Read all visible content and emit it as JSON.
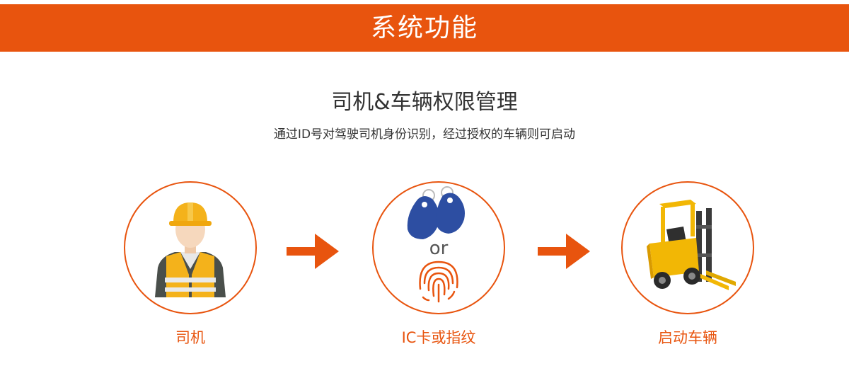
{
  "banner": {
    "title": "系统功能"
  },
  "section": {
    "title": "司机&车辆权限管理",
    "subtitle": "通过ID号对驾驶司机身份识别，经过授权的车辆则可启动"
  },
  "steps": [
    {
      "label": "司机",
      "icon": "driver-worker-icon"
    },
    {
      "label": "IC卡或指纹",
      "icon": "ic-card-fingerprint-icon",
      "separator": "or"
    },
    {
      "label": "启动车辆",
      "icon": "forklift-icon"
    }
  ],
  "colors": {
    "accent": "#e8540e",
    "text": "#333333",
    "banner_text": "#ffffff",
    "card_blue": "#2d4ea2",
    "forklift_yellow": "#f2b705"
  }
}
